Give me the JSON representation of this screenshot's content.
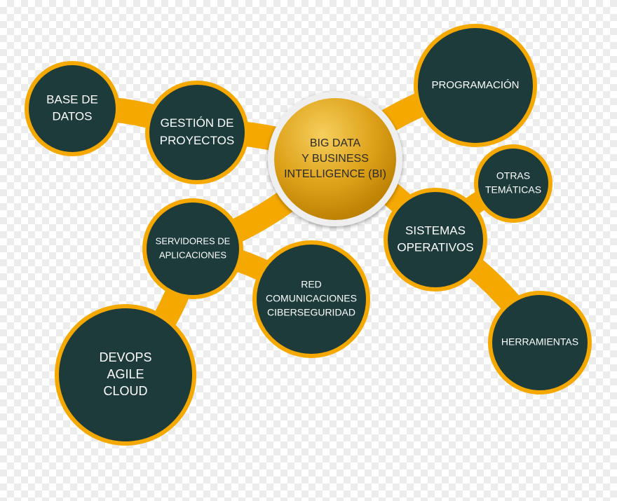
{
  "colors": {
    "connector": "#f5a800",
    "node_fill": "#1e3b3b",
    "center_gradient": [
      "#f3c650",
      "#c48600"
    ],
    "center_ring": "#efefef"
  },
  "center": {
    "lines": [
      "BIG DATA",
      "Y BUSINESS",
      "INTELLIGENCE (BI)"
    ]
  },
  "nodes": {
    "base_datos": {
      "lines": [
        "BASE DE",
        "DATOS"
      ]
    },
    "gestion": {
      "lines": [
        "GESTIÓN DE",
        "PROYECTOS"
      ]
    },
    "programacion": {
      "lines": [
        "PROGRAMACIÓN"
      ]
    },
    "otras": {
      "lines": [
        "OTRAS",
        "TEMÁTICAS"
      ]
    },
    "sistemas": {
      "lines": [
        "SISTEMAS",
        "OPERATIVOS"
      ]
    },
    "herramientas": {
      "lines": [
        "HERRAMIENTAS"
      ]
    },
    "servidores": {
      "lines": [
        "SERVIDORES DE",
        "APLICACIONES"
      ]
    },
    "red": {
      "lines": [
        "RED",
        "COMUNICACIONES",
        "CIBERSEGURIDAD"
      ]
    },
    "devops": {
      "lines": [
        "DEVOPS",
        "AGILE",
        "CLOUD"
      ]
    }
  }
}
